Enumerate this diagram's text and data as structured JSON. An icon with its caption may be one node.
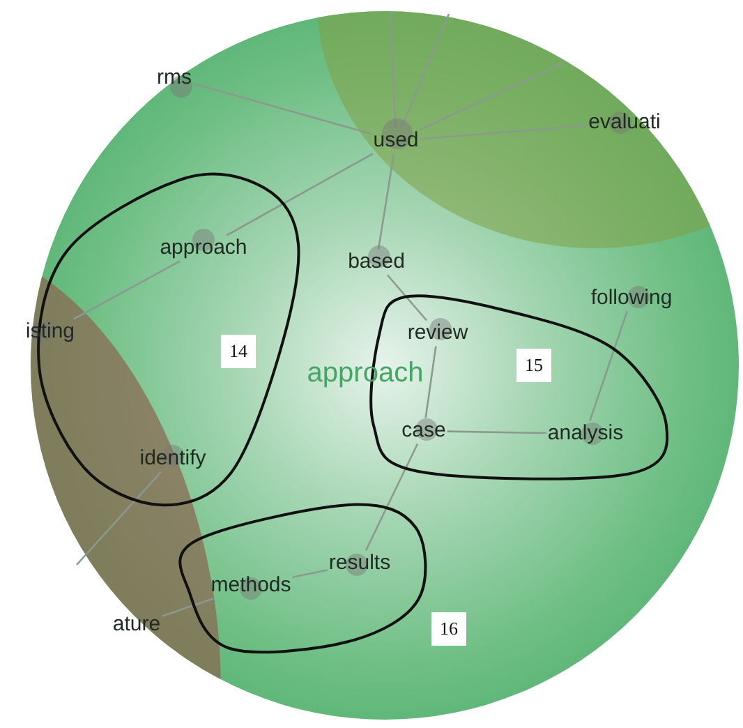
{
  "diagram": {
    "nodes": [
      {
        "text": [
          "rms"
        ]
      },
      {
        "text": [
          "used"
        ]
      },
      {
        "text": [
          "evaluati"
        ]
      },
      {
        "text": [
          "approach"
        ]
      },
      {
        "text": [
          "based"
        ]
      },
      {
        "text": [
          "isting"
        ]
      },
      {
        "text": [
          "review"
        ]
      },
      {
        "text": [
          "following"
        ]
      },
      {
        "text": [
          "case"
        ]
      },
      {
        "text": [
          "analysis"
        ]
      },
      {
        "text": [
          "identify"
        ]
      },
      {
        "text": [
          "methods"
        ]
      },
      {
        "text": [
          "results"
        ]
      },
      {
        "text": [
          "ature"
        ]
      }
    ],
    "edges": [
      {
        "from": 0,
        "to": 1,
        "arrow": "none"
      },
      {
        "from": 1,
        "to": null,
        "arrow": "none"
      },
      {
        "from": 1,
        "to": null,
        "arrow": "none"
      },
      {
        "from": 1,
        "to": null,
        "arrow": "none"
      },
      {
        "from": 1,
        "to": 2,
        "arrow": "none"
      },
      {
        "from": 1,
        "to": 3,
        "arrow": "none"
      },
      {
        "from": 1,
        "to": 4,
        "arrow": "none"
      },
      {
        "from": 3,
        "to": 5,
        "arrow": "none"
      },
      {
        "from": 4,
        "to": 6,
        "arrow": "none"
      },
      {
        "from": 6,
        "to": 8,
        "arrow": "none"
      },
      {
        "from": 8,
        "to": 9,
        "arrow": "none"
      },
      {
        "from": 9,
        "to": 7,
        "arrow": "none"
      },
      {
        "from": 8,
        "to": 12,
        "arrow": "none"
      },
      {
        "from": 12,
        "to": 11,
        "arrow": "none"
      },
      {
        "from": 10,
        "to": null,
        "arrow": "none"
      },
      {
        "from": 11,
        "to": 13,
        "arrow": "none"
      }
    ],
    "labels": [
      "14",
      "approach",
      "15",
      "16"
    ]
  }
}
